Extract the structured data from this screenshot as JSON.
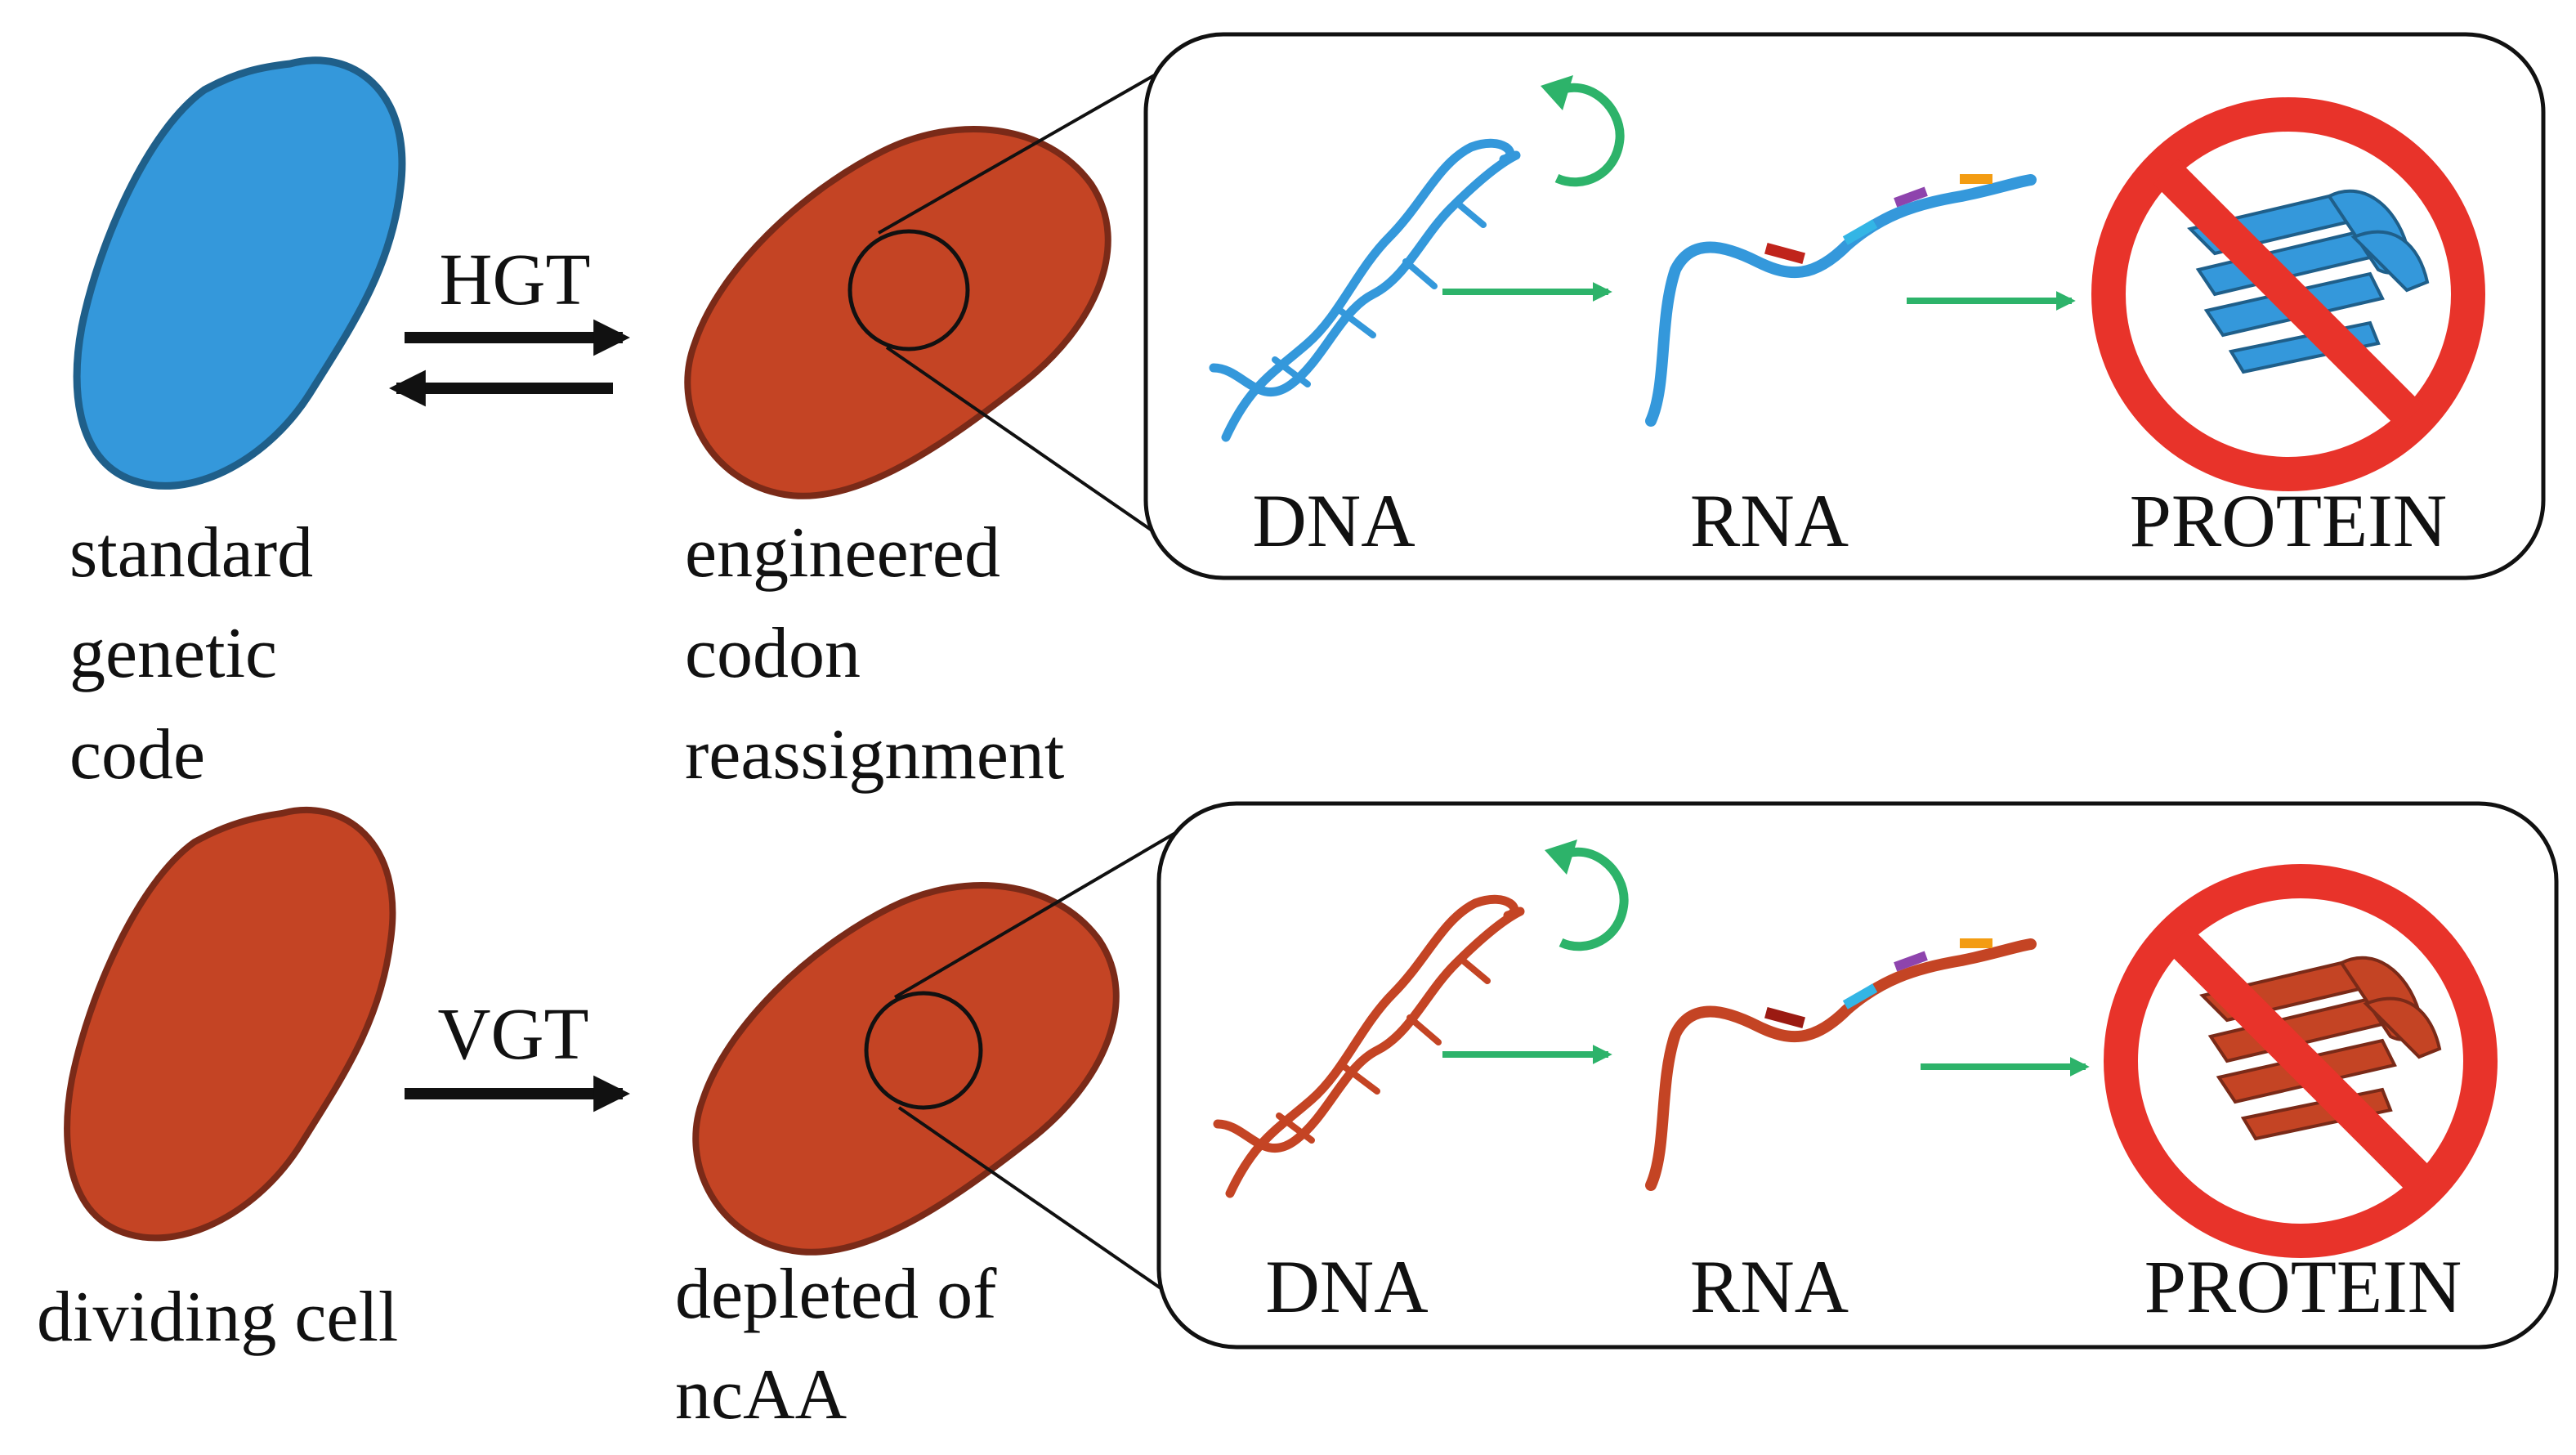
{
  "colors": {
    "standard_cell": "#3498db",
    "standard_cell_outline": "#1f5f8a",
    "engineered_cell": "#c44424",
    "engineered_cell_outline": "#7a2a18",
    "process_arrow": "#2db36a",
    "prohibition": "#e8332a",
    "text": "#111111"
  },
  "top_row": {
    "transfer_label": "HGT",
    "left_cell_label": [
      "standard",
      "genetic",
      "code"
    ],
    "right_cell_label": [
      "engineered",
      "codon",
      "reassignment"
    ],
    "panel": {
      "dna": "DNA",
      "rna": "RNA",
      "protein": "PROTEIN"
    }
  },
  "bottom_row": {
    "transfer_label": "VGT",
    "left_cell_label": [
      "dividing cell"
    ],
    "right_cell_label": [
      "depleted of",
      "ncAA"
    ],
    "panel": {
      "dna": "DNA",
      "rna": "RNA",
      "protein": "PROTEIN"
    }
  },
  "icons": [
    "blue-cell-icon",
    "red-cell-icon",
    "dna-helix-icon",
    "rna-strand-icon",
    "protein-fold-icon",
    "no-symbol-icon",
    "replication-loop-icon"
  ]
}
